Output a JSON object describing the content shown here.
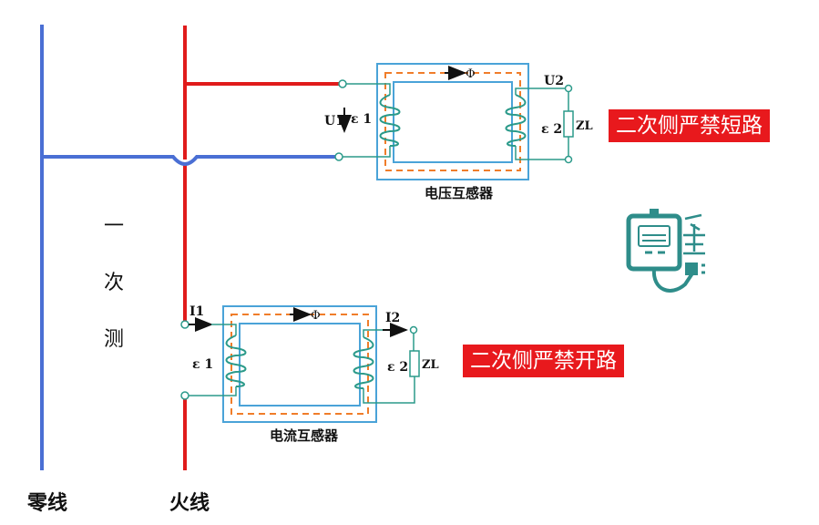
{
  "primary_side": [
    "一",
    "次",
    "测"
  ],
  "neutral_line": "零线",
  "live_line": "火线",
  "voltage_transformer": {
    "name": "电压互感器",
    "flux": "Φ",
    "u1": "U1",
    "e1": "ε 1",
    "u2": "U2",
    "e2": "ε 2",
    "load": "ZL",
    "warning": "二次侧严禁短路"
  },
  "current_transformer": {
    "name": "电流互感器",
    "flux": "Φ",
    "i1": "I1",
    "e1": "ε 1",
    "i2": "I2",
    "e2": "ε 2",
    "load": "ZL",
    "warning": "二次侧严禁开路"
  },
  "colors": {
    "neutral": "#4a6fd4",
    "live": "#e01b1b",
    "core_outline": "#4aa3d8",
    "core_path": "#f07d2a",
    "winding": "#2b9a8a",
    "warning_bg": "#e8191d",
    "logo": "#2e8d8a"
  },
  "logo_icon": "electric-meter-plug-icon"
}
